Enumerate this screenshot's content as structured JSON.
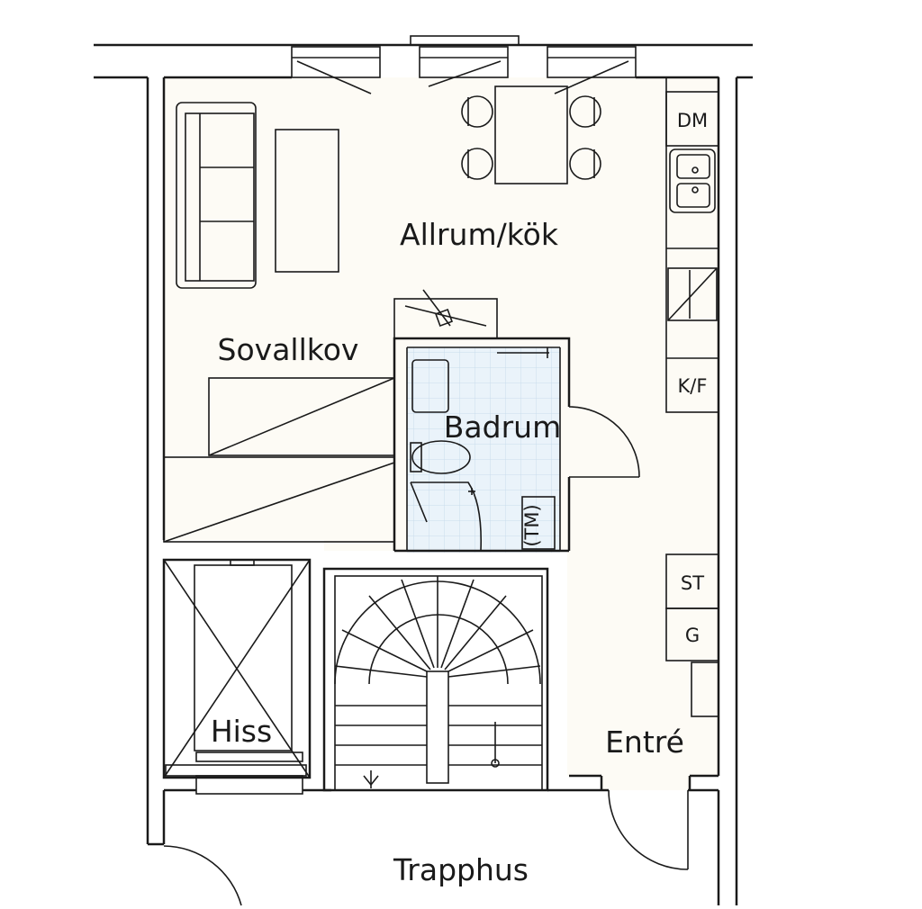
{
  "rooms": {
    "living": "Allrum/kök",
    "alcove": "Sovallkov",
    "bath": "Badrum",
    "entry": "Entré",
    "lift": "Hiss",
    "stair": "Trapphus"
  },
  "fixtures": {
    "dishwasher": "DM",
    "fridge": "K/F",
    "closet": "ST",
    "wardrobe": "G",
    "dryer": "(TM)"
  },
  "colors": {
    "interior": "#fdfbf5",
    "bath_tile": "#eaf3fa",
    "line": "#1a1a1a"
  }
}
